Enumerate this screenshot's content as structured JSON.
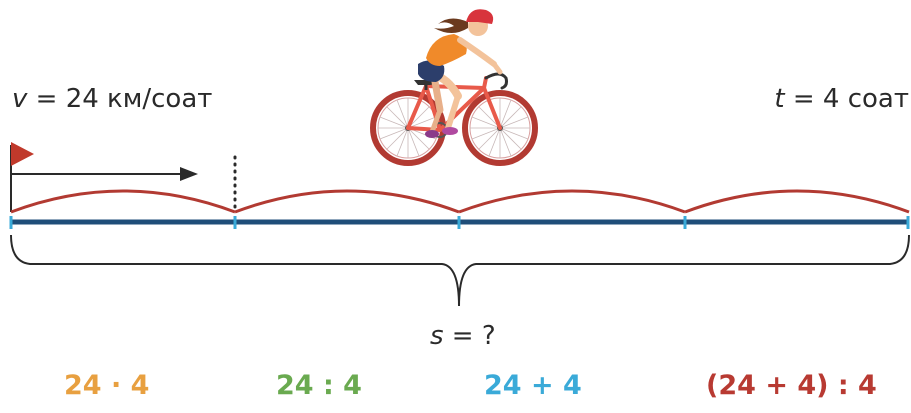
{
  "labels": {
    "speed": {
      "var": "v",
      "rest": " = 24 км/соат"
    },
    "time": {
      "var": "t",
      "rest": " = 4 соат"
    },
    "distance": {
      "var": "s",
      "rest": " = ?"
    }
  },
  "answers": [
    {
      "text": "24 · 4",
      "color": "#e8a040"
    },
    {
      "text": "24 : 4",
      "color": "#6aaa50"
    },
    {
      "text": "24 + 4",
      "color": "#3aaad8"
    },
    {
      "text": "(24 + 4) : 4",
      "color": "#b83a32"
    }
  ],
  "colors": {
    "line": "#1f4e79",
    "tick": "#3aaad8",
    "arc": "#b23a32",
    "flag": "#c0392b",
    "text": "#2a2a2a"
  },
  "icons": [
    "flag-icon",
    "arrow-icon",
    "cyclist-icon"
  ]
}
